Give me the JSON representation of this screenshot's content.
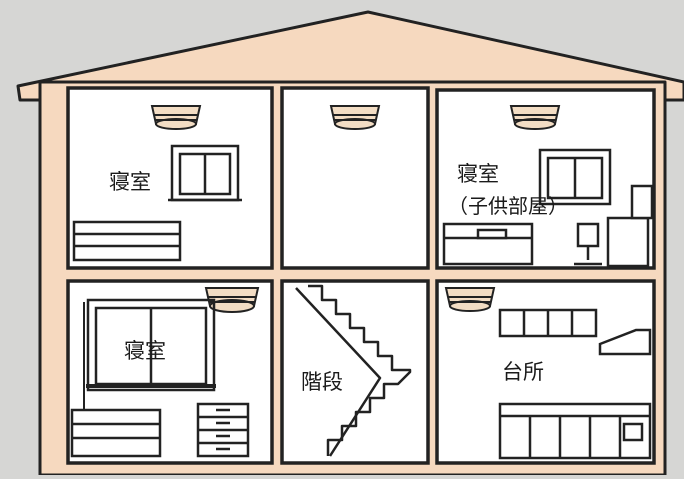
{
  "house": {
    "rooms": [
      {
        "id": "bedroom-upper-left",
        "label": "寝室",
        "sublabel": ""
      },
      {
        "id": "hallway-upper",
        "label": "",
        "sublabel": ""
      },
      {
        "id": "bedroom-child",
        "label": "寝室",
        "sublabel": "（子供部屋）"
      },
      {
        "id": "bedroom-lower-left",
        "label": "寝室",
        "sublabel": ""
      },
      {
        "id": "stairs",
        "label": "階段",
        "sublabel": ""
      },
      {
        "id": "kitchen",
        "label": "台所",
        "sublabel": ""
      }
    ],
    "colors": {
      "wall": "#f6d9bf",
      "outline": "#222222",
      "room_fill": "#ffffff",
      "detector_fill": "#f3ddc4",
      "background": "#d6d6d4"
    },
    "icons": [
      "smoke-detector-icon",
      "window-icon",
      "bed-icon",
      "chest-of-drawers-icon",
      "desk-chair-icon",
      "range-hood-icon",
      "kitchen-counter-icon",
      "wall-cabinet-icon"
    ]
  }
}
